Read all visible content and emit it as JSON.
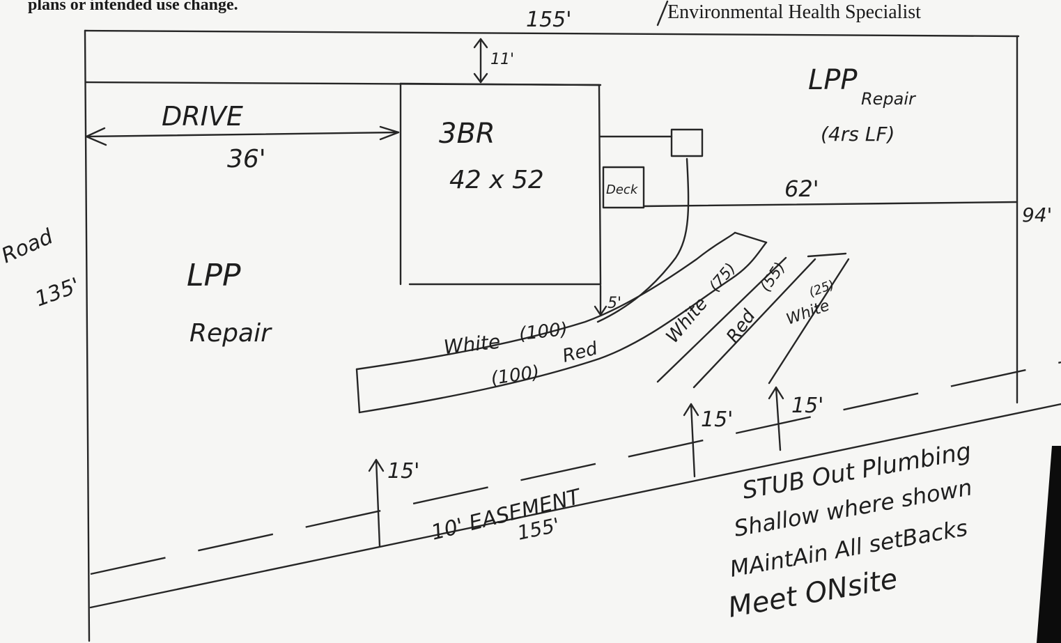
{
  "header": {
    "notice_fragment": "plans or intended use change.",
    "signature_title": "Environmental Health Specialist"
  },
  "lot": {
    "top_dim": "155'",
    "road_label": "Road",
    "side_dim": "135'",
    "right_dim": "94'",
    "setback_top": "11'",
    "easement_label": "10' EASEMENT",
    "bottom_dim": "155'"
  },
  "house": {
    "label": "3BR",
    "size": "42 x 52",
    "deck_label": "Deck",
    "setback_below": "5'"
  },
  "drive": {
    "label": "DRIVE",
    "dim": "36'"
  },
  "lpp_repair_left": {
    "line1": "LPP",
    "line2": "Repair"
  },
  "lpp_repair_right": {
    "line1": "LPP",
    "line2": "Repair",
    "line3": "(4rs LF)",
    "dim": "62'"
  },
  "trenches": [
    {
      "color": "White",
      "length": "(100)"
    },
    {
      "color": "Red",
      "length": "(100)"
    },
    {
      "color": "White",
      "length": "(75)"
    },
    {
      "color": "Red",
      "length": "(55)"
    },
    {
      "color": "White",
      "length": "(25)"
    }
  ],
  "setbacks": {
    "left": "15'",
    "middle": "15'",
    "right": "15'"
  },
  "notes": [
    "STUB Out Plumbing",
    "Shallow where shown",
    "MAintAin All setBacks",
    "Meet ONsite"
  ]
}
